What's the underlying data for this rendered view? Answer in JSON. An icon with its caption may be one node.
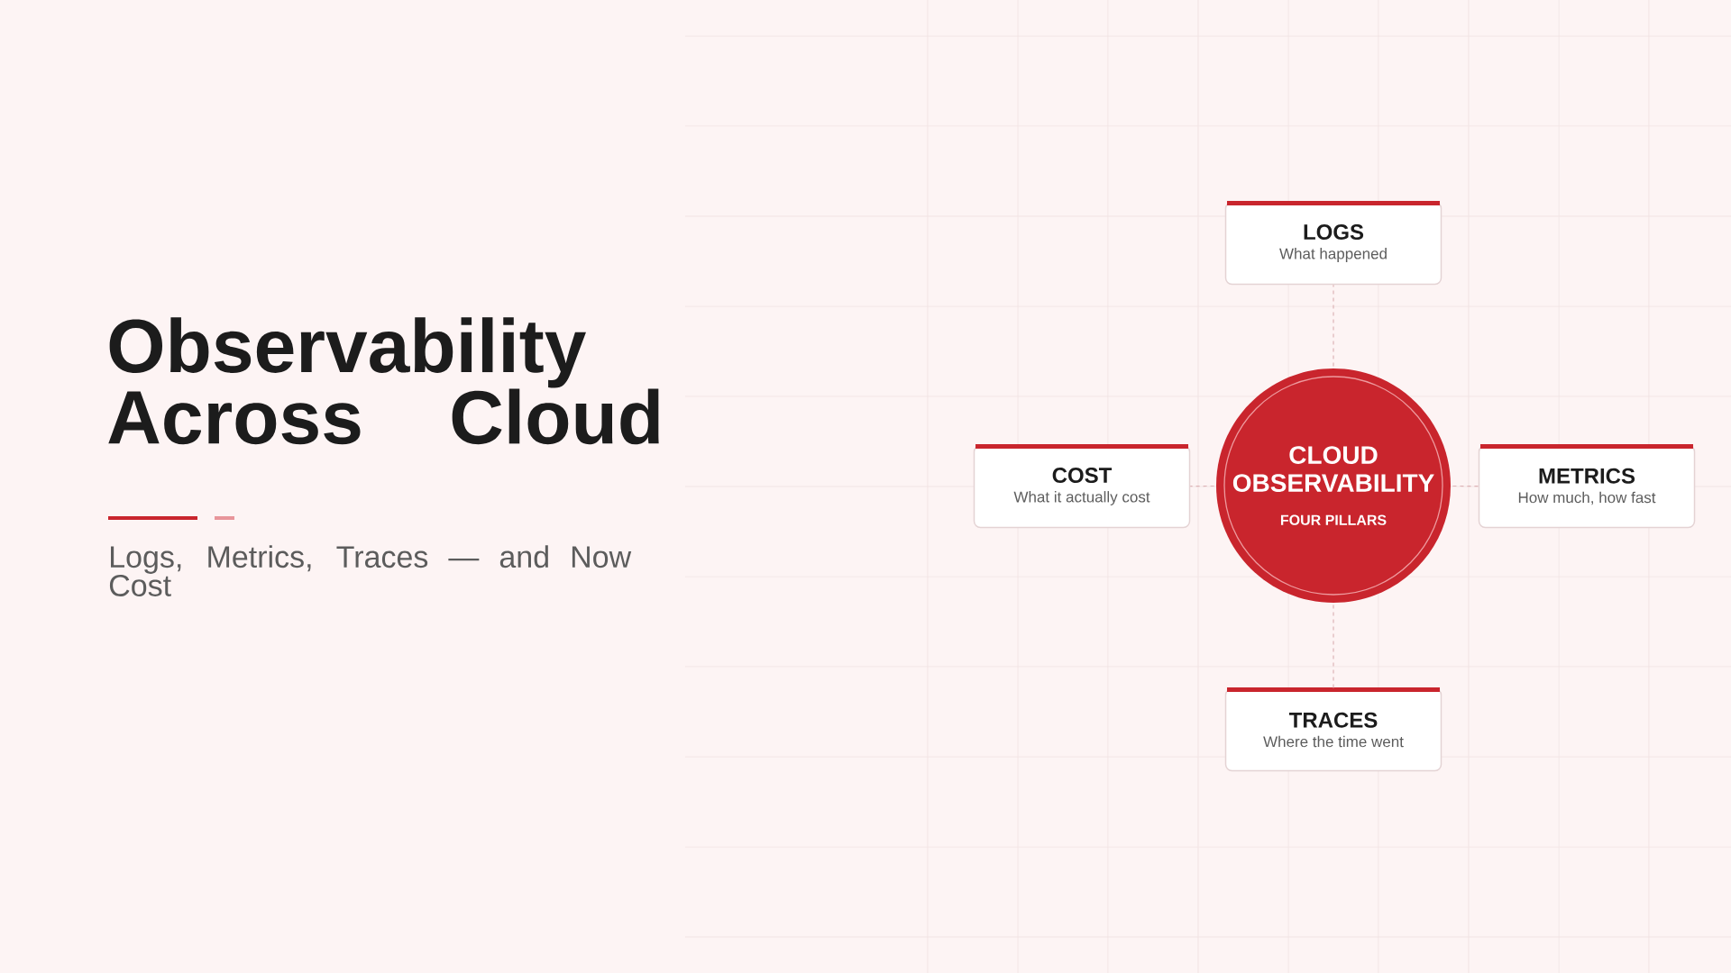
{
  "diagram": {
    "title": "Observability Across Cloud",
    "nodes": [
      {
        "text": [
          "LOGS",
          "What happened"
        ]
      },
      {
        "text": [
          "COST",
          "What it actually cost"
        ]
      },
      {
        "text": [
          "CLOUD OBSERVABILITY",
          "FOUR PILLARS"
        ]
      },
      {
        "text": [
          "METRICS",
          "How much, how fast"
        ]
      },
      {
        "text": [
          "TRACES",
          "Where the time went"
        ]
      }
    ],
    "edges": [
      {
        "from": 2,
        "to": 0,
        "arrow": "none",
        "style": "dashed"
      },
      {
        "from": 2,
        "to": 1,
        "arrow": "none",
        "style": "dashed"
      },
      {
        "from": 2,
        "to": 3,
        "arrow": "none",
        "style": "dashed"
      },
      {
        "from": 2,
        "to": 4,
        "arrow": "none",
        "style": "dashed"
      }
    ],
    "labels": [
      "Logs, Metrics, Traces — and Now Cost"
    ]
  }
}
